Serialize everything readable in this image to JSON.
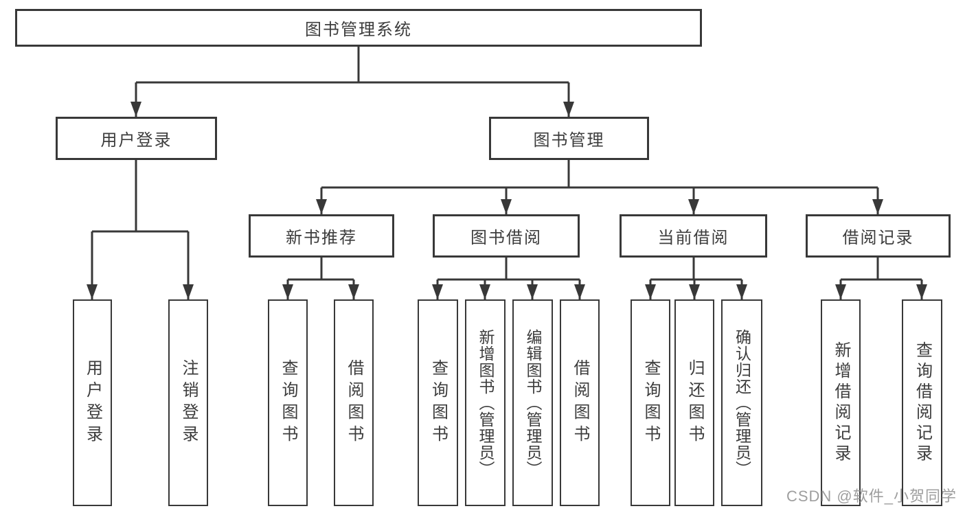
{
  "diagram_title": "图书管理系统",
  "tree": {
    "label": "图书管理系统",
    "children": [
      {
        "label": "用户登录",
        "children": [
          {
            "label": "用户登录"
          },
          {
            "label": "注销登录"
          }
        ]
      },
      {
        "label": "图书管理",
        "children": [
          {
            "label": "新书推荐",
            "children": [
              {
                "label": "查询图书"
              },
              {
                "label": "借阅图书"
              }
            ]
          },
          {
            "label": "图书借阅",
            "children": [
              {
                "label": "查询图书"
              },
              {
                "label": "新增图书（管理员）"
              },
              {
                "label": "编辑图书（管理员）"
              },
              {
                "label": "借阅图书"
              }
            ]
          },
          {
            "label": "当前借阅",
            "children": [
              {
                "label": "查询图书"
              },
              {
                "label": "归还图书"
              },
              {
                "label": "确认归还（管理员）"
              }
            ]
          },
          {
            "label": "借阅记录",
            "children": [
              {
                "label": "新增借阅记录"
              },
              {
                "label": "查询借阅记录"
              }
            ]
          }
        ]
      }
    ]
  },
  "watermark": {
    "text": "CSDN @软件_小贺同学"
  },
  "colors": {
    "line": "#383838",
    "box_border": "#383838",
    "text": "#3c3c3c",
    "background": "#ffffff",
    "watermark": "#949494"
  }
}
